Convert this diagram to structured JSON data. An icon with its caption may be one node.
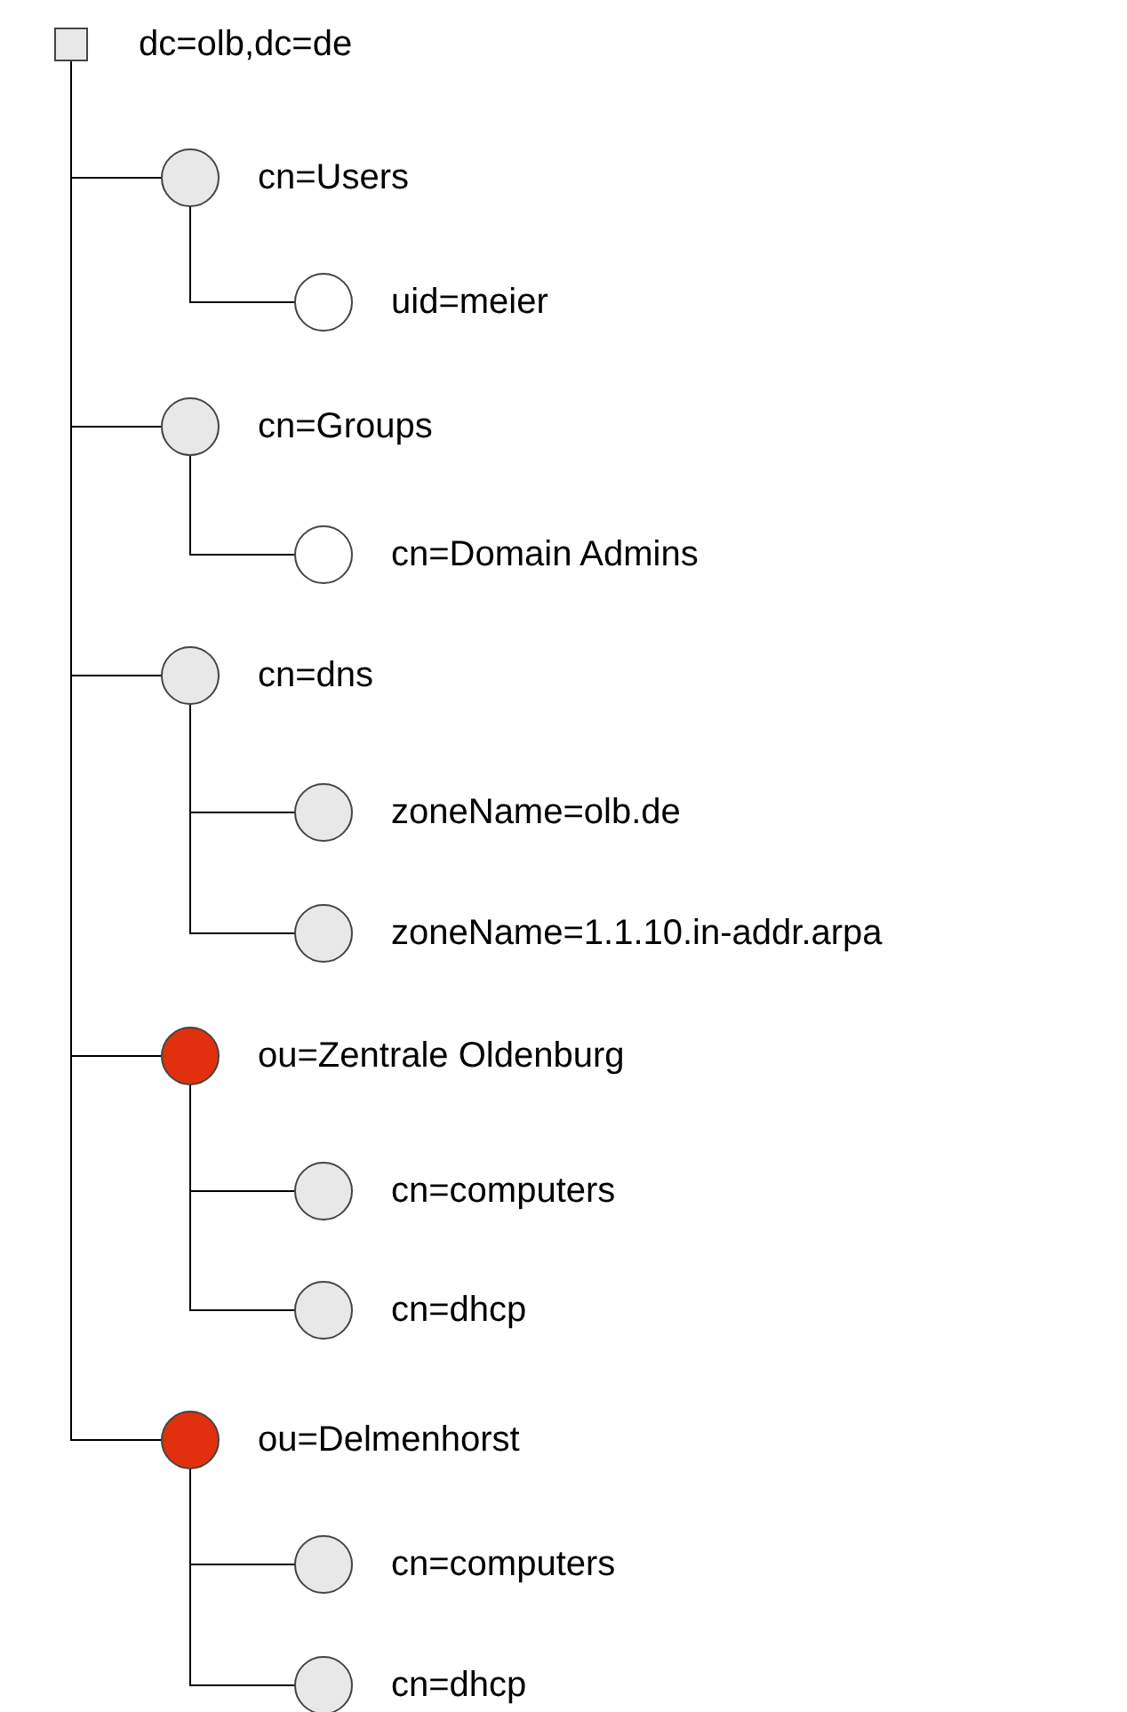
{
  "diagram": {
    "nodes": [
      {
        "text": [
          "dc=olb,dc=de"
        ]
      },
      {
        "text": [
          "cn=Users"
        ]
      },
      {
        "text": [
          "uid=meier"
        ]
      },
      {
        "text": [
          "cn=Groups"
        ]
      },
      {
        "text": [
          "cn=Domain Admins"
        ]
      },
      {
        "text": [
          "cn=dns"
        ]
      },
      {
        "text": [
          "zoneName=olb.de"
        ]
      },
      {
        "text": [
          "zoneName=1.1.10.in-addr.arpa"
        ]
      },
      {
        "text": [
          "ou=Zentrale Oldenburg"
        ]
      },
      {
        "text": [
          "cn=computers"
        ]
      },
      {
        "text": [
          "cn=dhcp"
        ]
      },
      {
        "text": [
          "ou=Delmenhorst"
        ]
      },
      {
        "text": [
          "cn=computers"
        ]
      },
      {
        "text": [
          "cn=dhcp"
        ]
      }
    ],
    "edges": [
      {
        "from": 0,
        "to": 1,
        "arrow": "none"
      },
      {
        "from": 1,
        "to": 2,
        "arrow": "none"
      },
      {
        "from": 0,
        "to": 3,
        "arrow": "none"
      },
      {
        "from": 3,
        "to": 4,
        "arrow": "none"
      },
      {
        "from": 0,
        "to": 5,
        "arrow": "none"
      },
      {
        "from": 5,
        "to": 6,
        "arrow": "none"
      },
      {
        "from": 5,
        "to": 7,
        "arrow": "none"
      },
      {
        "from": 0,
        "to": 8,
        "arrow": "none"
      },
      {
        "from": 8,
        "to": 9,
        "arrow": "none"
      },
      {
        "from": 8,
        "to": 10,
        "arrow": "none"
      },
      {
        "from": 0,
        "to": 11,
        "arrow": "none"
      },
      {
        "from": 11,
        "to": 12,
        "arrow": "none"
      },
      {
        "from": 11,
        "to": 13,
        "arrow": "none"
      }
    ]
  }
}
